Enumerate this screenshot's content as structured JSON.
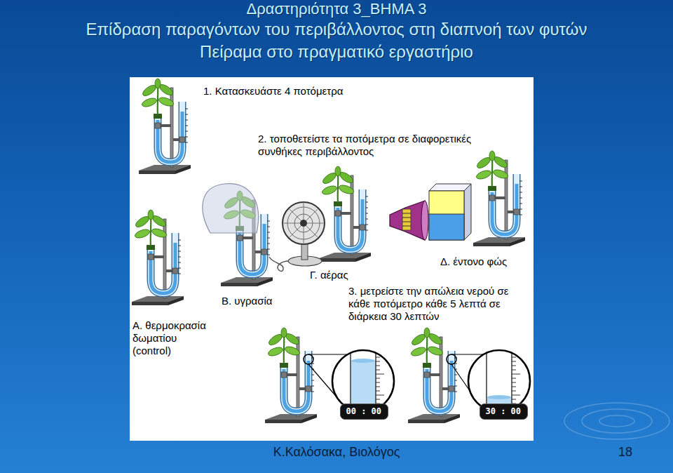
{
  "diagram": {
    "title": "Δραστηριότητα 3_ΒΗΜΑ 3",
    "nodes": [
      {
        "text": [
          "00 : 00"
        ]
      },
      {
        "text": [
          "30 : 00"
        ]
      }
    ],
    "labels": [
      "Επίδραση παραγόντων του περιβάλλοντος στη διαπνοή των φυτών",
      "Πείραμα στο πραγματικό εργαστήριο",
      "1. Κατασκευάστε 4 ποτόμετρα",
      "2. τοποθετείστε τα ποτόμετρα σε διαφορετικές συνθήκες περιβάλλοντος",
      "Α. θερμοκρασία δωματίου (control)",
      "Β. υγρασία",
      "Γ. αέρας",
      "Δ. έντονο φώς",
      "3. μετρείστε την απώλεια νερού σε κάθε ποτόμετρο κάθε 5 λεπτά σε διάρκεια 30 λεπτών",
      "Κ.Καλόσακα, Βιολόγος",
      "18"
    ]
  }
}
